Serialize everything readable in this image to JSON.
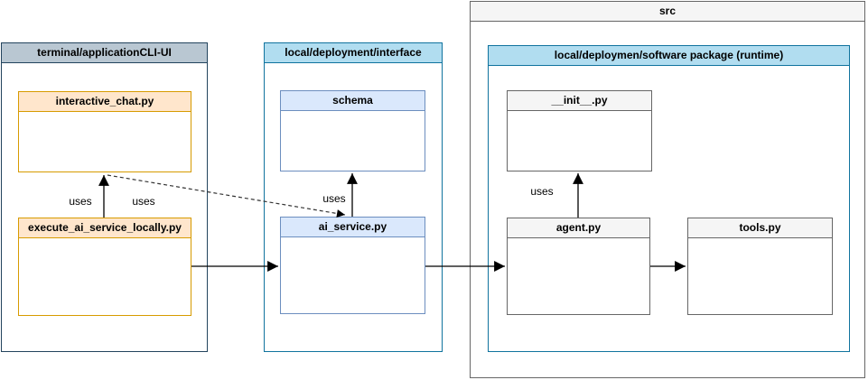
{
  "containers": {
    "src": {
      "title": "src"
    },
    "terminal": {
      "title": "terminal/applicationCLI-UI"
    },
    "interface": {
      "title": "local/deployment/interface"
    },
    "runtime": {
      "title": "local/deploymen/software package (runtime)"
    }
  },
  "nodes": {
    "interactive_chat": {
      "title": "interactive_chat.py"
    },
    "execute_local": {
      "title": "execute_ai_service_locally.py"
    },
    "schema": {
      "title": "schema"
    },
    "ai_service": {
      "title": "ai_service.py"
    },
    "init_py": {
      "title": "__init__.py"
    },
    "agent_py": {
      "title": "agent.py"
    },
    "tools_py": {
      "title": "tools.py"
    }
  },
  "edge_labels": {
    "execute_uses_chat": "uses",
    "chat_uses_ai_service": "uses",
    "ai_service_uses_schema": "uses",
    "agent_uses_init": "uses"
  },
  "colors": {
    "steel-fill": "#b9c7d2",
    "steel-stroke": "#23445d",
    "cyan-fill": "#b1ddf0",
    "cyan-stroke": "#10739e",
    "blue-fill": "#dae8fc",
    "blue-stroke": "#6c8ebf",
    "orange-fill": "#ffe6cc",
    "orange-stroke": "#d79b00",
    "gray-fill": "#f5f5f5",
    "gray-stroke": "#666666",
    "edge-stroke": "#000000"
  }
}
